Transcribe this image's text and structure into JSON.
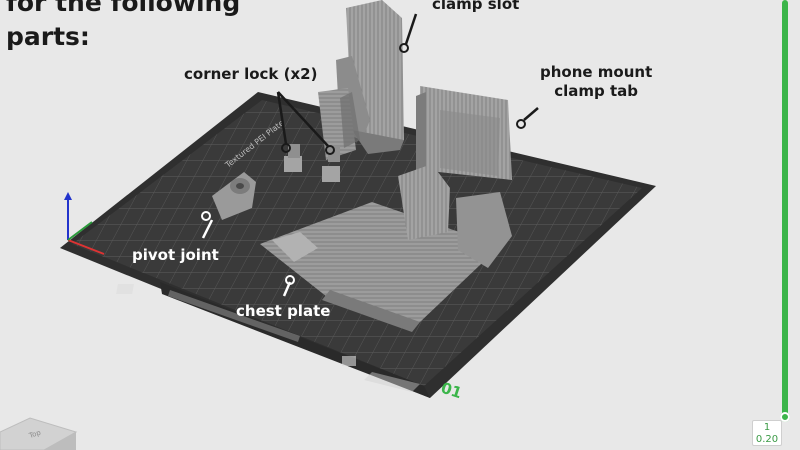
{
  "headline": [
    "for the following",
    "parts:"
  ],
  "annotations": {
    "clamp_slot": "clamp slot",
    "corner_lock": "corner lock (x2)",
    "phone_mount": [
      "phone mount",
      "clamp tab"
    ],
    "pivot_joint": "pivot joint",
    "chest_plate": "chest plate"
  },
  "plate": {
    "number": "01",
    "name_strip": "Textured PEI Plate"
  },
  "view_cube": {
    "face_label": "Top"
  },
  "layer_slider": {
    "layer": "1",
    "height": "0.20"
  },
  "colors": {
    "background": "#e8e8e8",
    "plate": "#3a3a3a",
    "grid": "#5c5c5c",
    "part": "#9a9a9a",
    "accent": "#3bb54a",
    "axis_x": "#d33",
    "axis_y": "#2a9a3a",
    "axis_z": "#2233cc"
  }
}
